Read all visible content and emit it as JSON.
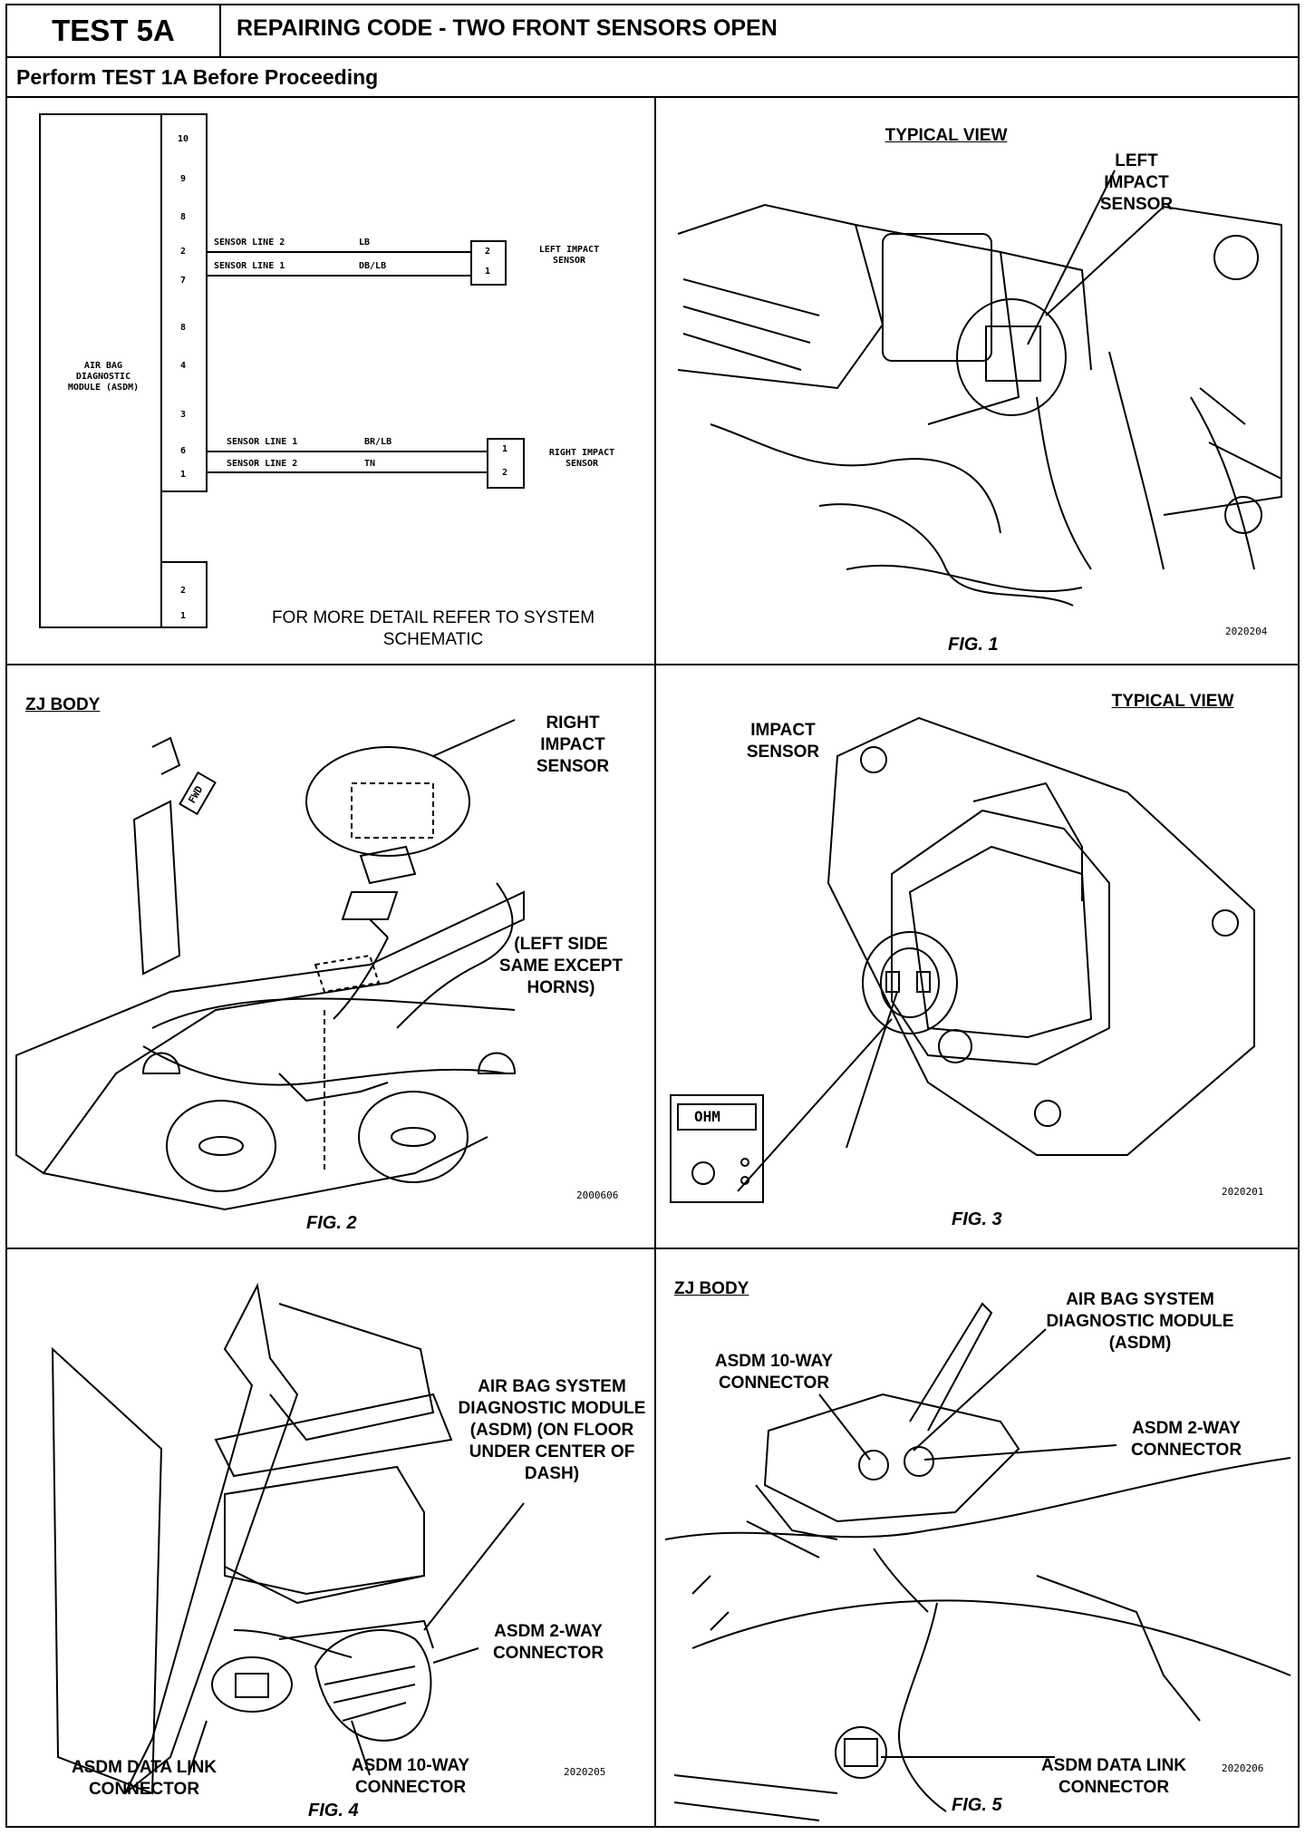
{
  "header": {
    "test_id": "TEST 5A",
    "title": "REPAIRING CODE - TWO FRONT SENSORS OPEN",
    "prerequisite": "Perform TEST 1A Before Proceeding"
  },
  "schematic": {
    "module_label": "AIR BAG DIAGNOSTIC MODULE (ASDM)",
    "pins_upper": [
      "10",
      "9",
      "8",
      "2",
      "7",
      "8",
      "4",
      "3",
      "6",
      "1"
    ],
    "pins_lower": [
      "2",
      "1"
    ],
    "left_wires": [
      {
        "name": "SENSOR LINE 2",
        "color": "LB"
      },
      {
        "name": "SENSOR LINE 1",
        "color": "DB/LB"
      }
    ],
    "right_wires": [
      {
        "name": "SENSOR LINE 1",
        "color": "BR/LB"
      },
      {
        "name": "SENSOR LINE 2",
        "color": "TN"
      }
    ],
    "left_sensor": {
      "label": "LEFT IMPACT SENSOR",
      "pins": [
        "2",
        "1"
      ]
    },
    "right_sensor": {
      "label": "RIGHT IMPACT SENSOR",
      "pins": [
        "1",
        "2"
      ]
    },
    "note": "FOR MORE DETAIL REFER TO SYSTEM SCHEMATIC"
  },
  "fig1": {
    "caption": "FIG. 1",
    "view": "TYPICAL VIEW",
    "label": "LEFT IMPACT SENSOR",
    "code": "2020204"
  },
  "fig2": {
    "caption": "FIG. 2",
    "body": "ZJ BODY",
    "label": "RIGHT IMPACT SENSOR",
    "note": "(LEFT SIDE SAME EXCEPT HORNS)",
    "fwd": "FWD",
    "code": "2000606"
  },
  "fig3": {
    "caption": "FIG. 3",
    "view": "TYPICAL VIEW",
    "label": "IMPACT SENSOR",
    "meter": "OHM",
    "code": "2020201"
  },
  "fig4": {
    "caption": "FIG. 4",
    "label_asdm": "AIR BAG SYSTEM DIAGNOSTIC MODULE (ASDM) (ON FLOOR UNDER CENTER OF DASH)",
    "label_2way": "ASDM 2-WAY CONNECTOR",
    "label_datalink": "ASDM DATA LINK CONNECTOR",
    "label_10way": "ASDM 10-WAY CONNECTOR",
    "code": "2020205"
  },
  "fig5": {
    "caption": "FIG. 5",
    "body": "ZJ BODY",
    "label_asdm": "AIR BAG SYSTEM DIAGNOSTIC MODULE (ASDM)",
    "label_10way": "ASDM 10-WAY CONNECTOR",
    "label_2way": "ASDM 2-WAY CONNECTOR",
    "label_datalink": "ASDM DATA LINK CONNECTOR",
    "code": "2020206"
  }
}
